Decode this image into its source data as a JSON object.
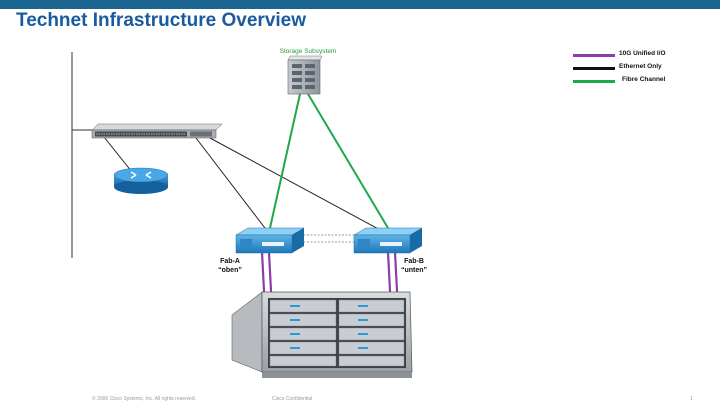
{
  "header": {
    "title": "Technet Infrastructure Overview",
    "bar_color": "#1b6690"
  },
  "storage": {
    "label": "Storage Subsystem",
    "label_color": "#2a9a3a"
  },
  "fabric_a": {
    "name": "Fab-A",
    "alias": "“oben”"
  },
  "fabric_b": {
    "name": "Fab-B",
    "alias": "“unten”"
  },
  "legend": {
    "items": [
      {
        "label": "10G Unified I/O",
        "color": "#8a3fa8"
      },
      {
        "label": "Ethernet Only",
        "color": "#111111"
      },
      {
        "label": "Fibre Channel",
        "color": "#1fa84a"
      }
    ]
  },
  "icons": [
    "storage-array-icon",
    "ethernet-switch-icon",
    "router-icon",
    "fabric-interconnect-icon",
    "blade-chassis-icon"
  ],
  "footer": {
    "copyright": "© 2006 Cisco Systems, Inc. All rights reserved.",
    "confidential": "Cisco Confidential",
    "page": "1"
  }
}
